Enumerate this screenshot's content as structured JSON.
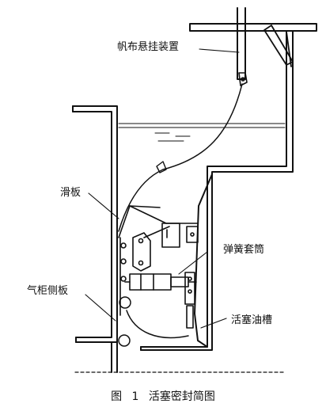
{
  "labels": {
    "canvas_hanger": "帆布悬挂装置",
    "slide_plate": "滑板",
    "spring_sleeve": "弹簧套筒",
    "tank_side_plate": "气柜侧板",
    "piston_oil_groove": "活塞油槽"
  },
  "caption": {
    "fig_prefix": "图",
    "fig_number": "1",
    "title": "活塞密封简图"
  }
}
